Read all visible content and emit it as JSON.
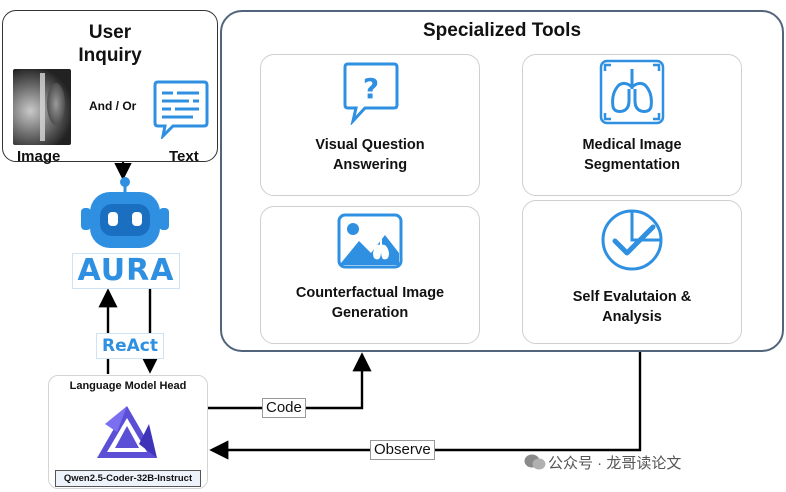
{
  "inquiry": {
    "title_line1": "User",
    "title_line2": "Inquiry",
    "and_or": "And / Or",
    "image_label": "Image",
    "text_label": "Text"
  },
  "tools": {
    "title": "Specialized Tools",
    "cards": [
      {
        "line1": "Visual Question",
        "line2": "Answering",
        "icon": "question-bubble-icon"
      },
      {
        "line1": "Medical Image",
        "line2": "Segmentation",
        "icon": "lungs-icon"
      },
      {
        "line1": "Counterfactual Image",
        "line2": "Generation",
        "icon": "image-lungs-icon"
      },
      {
        "line1": "Self Evalutaion &",
        "line2": "Analysis",
        "icon": "pie-check-icon"
      }
    ]
  },
  "agent": {
    "name": "AURA",
    "loop_label": "ReAct"
  },
  "lm_head": {
    "title": "Language Model Head",
    "model": "Qwen2.5-Coder-32B-Instruct"
  },
  "edges": {
    "code": "Code",
    "observe": "Observe"
  },
  "watermark": "公众号 · 龙哥读论文",
  "colors": {
    "accent_blue": "#2f90e2",
    "tools_border": "#52647a",
    "qwen_purple": "#5b4fd6"
  }
}
